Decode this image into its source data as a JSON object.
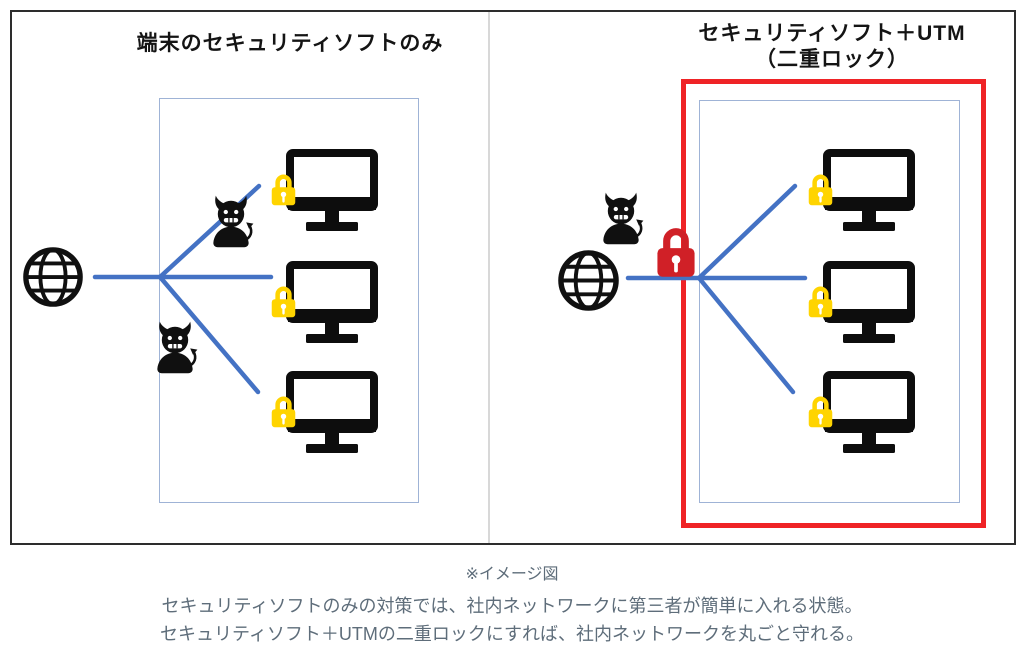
{
  "diagram": {
    "left_panel": {
      "title": "端末のセキュリティソフトのみ",
      "devices": 3,
      "attackers": 2
    },
    "right_panel": {
      "title": "セキュリティソフト＋UTM",
      "subtitle": "（二重ロック）",
      "devices": 3,
      "attackers": 1
    }
  },
  "caption": {
    "note": "※イメージ図",
    "line1": "セキュリティソフトのみの対策では、社内ネットワークに第三者が簡単に入れる状態。",
    "line2": "セキュリティソフト＋UTMの二重ロックにすれば、社内ネットワークを丸ごと守れる。"
  },
  "icons": {
    "internet": "globe-icon",
    "attacker": "devil-icon",
    "endpoint_security": "yellow-lock-icon",
    "utm": "red-lock-icon",
    "device": "computer-icon"
  },
  "colors": {
    "link_blue": "#4472c4",
    "lan_border_blue": "#9fb3d6",
    "utm_frame_red": "#ef2326",
    "utm_lock_red": "#d02027",
    "endpoint_lock_yellow": "#ffd400",
    "caption_gray": "#5e6d7a",
    "frame_black": "#2d2d2d"
  }
}
